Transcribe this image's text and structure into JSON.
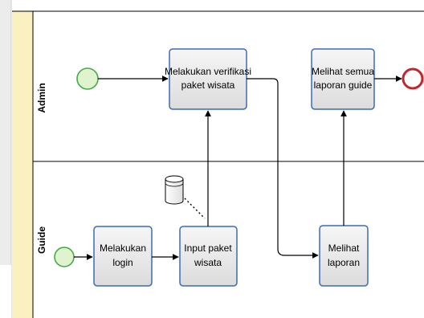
{
  "lanes": [
    {
      "id": "admin",
      "label": "Admin"
    },
    {
      "id": "guide",
      "label": "Guide"
    }
  ],
  "tasks": {
    "admin_verify": [
      "Melakukan verifikasi",
      "paket wisata"
    ],
    "admin_view_reports": [
      "Melihat semua",
      "laporan guide"
    ],
    "guide_login": [
      "Melakukan",
      "login"
    ],
    "guide_input_package": [
      "Input paket",
      "wisata"
    ],
    "guide_view_report": [
      "Melihat",
      "laporan"
    ]
  },
  "colors": {
    "lane_header": "#fbf0c0",
    "task_fill": "#e8e8e8",
    "task_border": "#3c6bb3",
    "start_event_fill": "#dff3cf",
    "start_event_border": "#48a84a",
    "end_event_border": "#c0262c",
    "line": "#000000"
  }
}
